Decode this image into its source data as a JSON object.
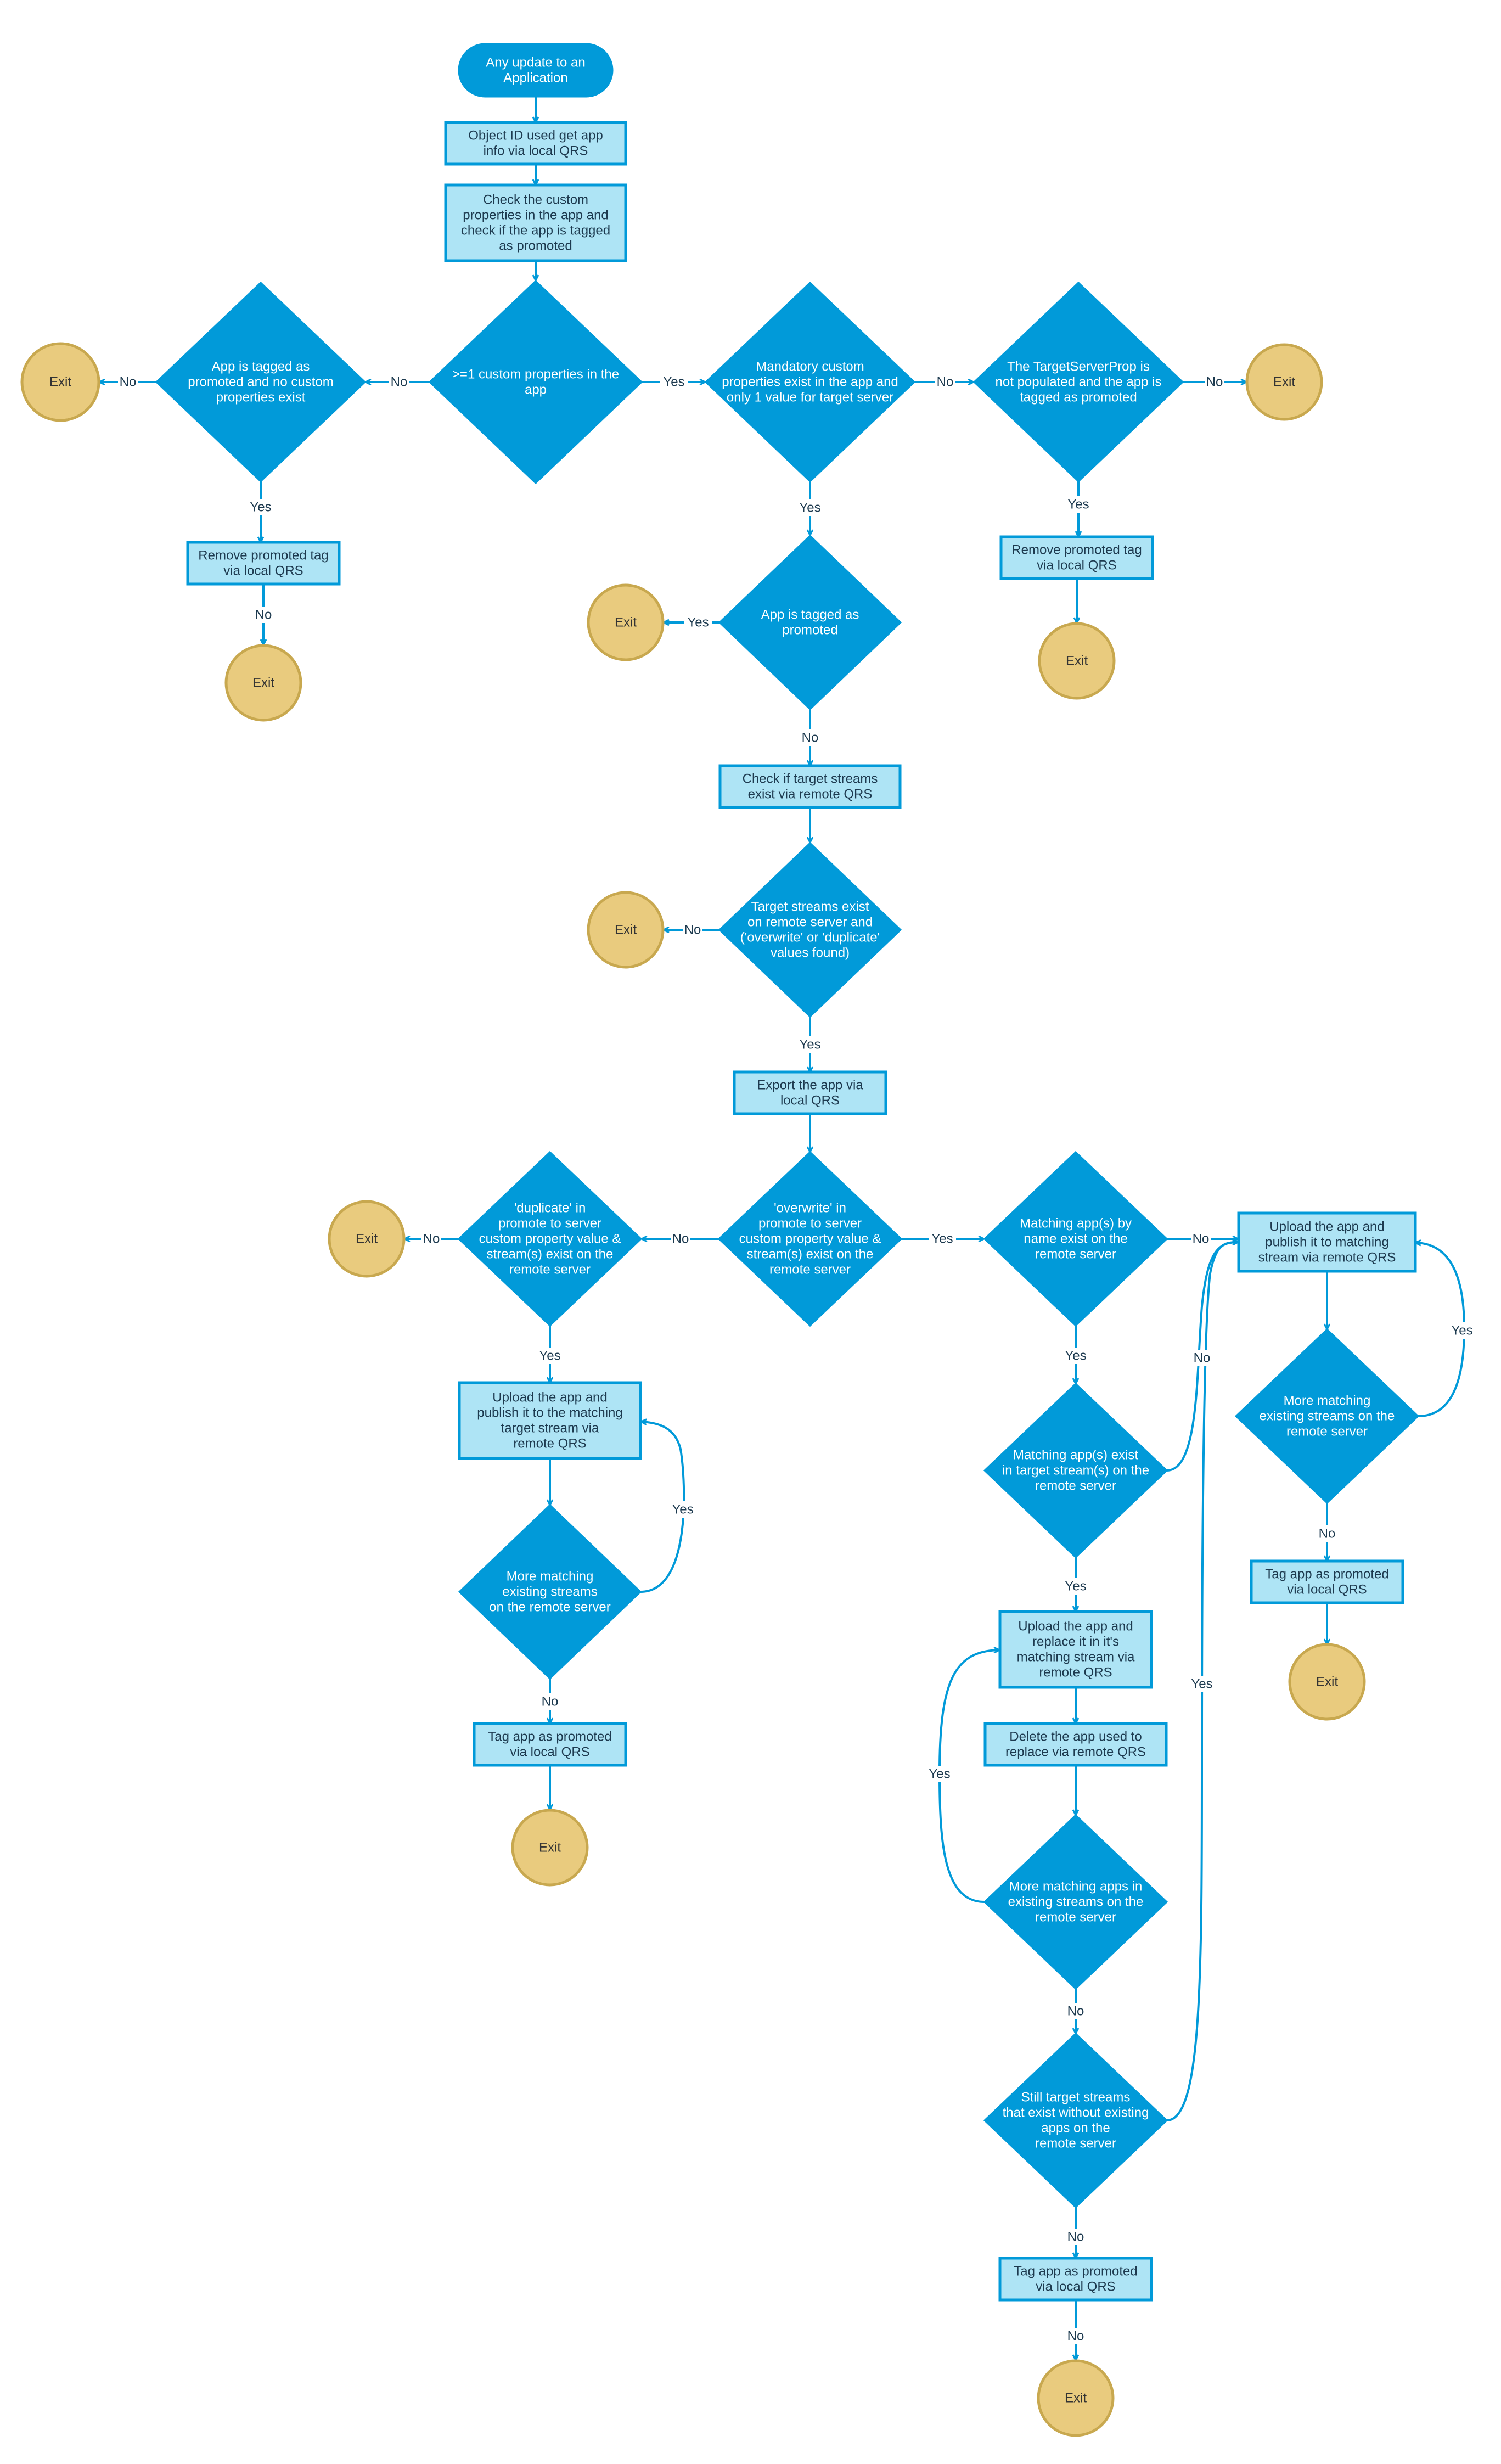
{
  "colors": {
    "process_fill": "#aee4f5",
    "decision_fill": "#019ad9",
    "terminal_fill": "#e9cb7e",
    "line": "#019ad9"
  },
  "nodes": {
    "start": [
      "Any update to an",
      "Application"
    ],
    "get_info": [
      "Object ID used get app",
      "info via local QRS"
    ],
    "check_props": [
      "Check the custom",
      "properties in the app and",
      "check if the app is tagged",
      "as promoted"
    ],
    "d_props": [
      ">=1 custom properties in the",
      "app"
    ],
    "d_tagged_nocustom": [
      "App is tagged as",
      "promoted and no custom",
      "properties exist"
    ],
    "exit_far_left": [
      "Exit"
    ],
    "remove_tag_left": [
      "Remove promoted tag",
      "via local QRS"
    ],
    "exit_left2": [
      "Exit"
    ],
    "d_mandatory": [
      "Mandatory custom",
      "properties exist in the app and",
      "only 1 value for target server"
    ],
    "d_targetprop": [
      "The TargetServerProp is",
      "not populated and the app is",
      "tagged as promoted"
    ],
    "exit_far_right": [
      "Exit"
    ],
    "remove_tag_right": [
      "Remove promoted tag",
      "via local QRS"
    ],
    "exit_right2": [
      "Exit"
    ],
    "d_tagged_promoted": [
      "App is tagged as",
      "promoted"
    ],
    "exit_mid1": [
      "Exit"
    ],
    "check_streams": [
      "Check if target streams",
      "exist via remote QRS"
    ],
    "d_streams_exist": [
      "Target streams exist",
      "on remote server and",
      "('overwrite' or 'duplicate'",
      "values found)"
    ],
    "exit_mid2": [
      "Exit"
    ],
    "export": [
      "Export the app via",
      "local QRS"
    ],
    "d_overwrite": [
      "'overwrite' in",
      "promote to server",
      "custom property value &",
      "stream(s) exist on the",
      "remote server"
    ],
    "d_duplicate": [
      "'duplicate' in",
      "promote to server",
      "custom property value &",
      "stream(s) exist on the",
      "remote server"
    ],
    "exit_dup": [
      "Exit"
    ],
    "upload_dup": [
      "Upload the app and",
      "publish it to the matching",
      "target stream via",
      "remote QRS"
    ],
    "d_more_dup": [
      "More matching",
      "existing streams",
      "on the remote server"
    ],
    "tag_dup": [
      "Tag app as promoted",
      "via local QRS"
    ],
    "exit_dup2": [
      "Exit"
    ],
    "d_matching_name": [
      "Matching app(s) by",
      "name exist on the",
      "remote server"
    ],
    "d_matching_stream": [
      "Matching app(s) exist",
      "in target stream(s) on the",
      "remote server"
    ],
    "upload_replace": [
      "Upload the app and",
      "replace it in it's",
      "matching stream via",
      "remote QRS"
    ],
    "delete_app": [
      "Delete the app used to",
      "replace via remote QRS"
    ],
    "d_more_apps": [
      "More matching apps in",
      "existing streams on the",
      "remote server"
    ],
    "d_still_streams": [
      "Still target streams",
      "that exist without existing",
      "apps on the",
      "remote server"
    ],
    "tag_ow": [
      "Tag app as promoted",
      "via local QRS"
    ],
    "exit_ow": [
      "Exit"
    ],
    "upload_far": [
      "Upload the app and",
      "publish it to matching",
      "stream via remote QRS"
    ],
    "d_more_far": [
      "More matching",
      "existing streams on the",
      "remote server"
    ],
    "tag_far": [
      "Tag app as promoted",
      "via local QRS"
    ],
    "exit_far": [
      "Exit"
    ]
  },
  "edge_labels": {
    "props_no": "No",
    "props_yes": "Yes",
    "tagged_nocustom_no": "No",
    "tagged_nocustom_yes": "Yes",
    "remove_left_no": "No",
    "mandatory_no": "No",
    "mandatory_yes": "Yes",
    "targetprop_no": "No",
    "targetprop_yes": "Yes",
    "tagged_promoted_yes": "Yes",
    "tagged_promoted_no": "No",
    "streams_exist_no": "No",
    "streams_exist_yes": "Yes",
    "overwrite_no": "No",
    "overwrite_yes": "Yes",
    "duplicate_no": "No",
    "duplicate_yes": "Yes",
    "more_dup_yes": "Yes",
    "more_dup_no": "No",
    "matching_name_no": "No",
    "matching_name_yes": "Yes",
    "matching_stream_no": "No",
    "matching_stream_yes": "Yes",
    "more_apps_yes": "Yes",
    "more_apps_no": "No",
    "still_streams_yes": "Yes",
    "still_streams_no": "No",
    "tag_ow_no": "No",
    "more_far_yes": "Yes",
    "more_far_no": "No"
  }
}
